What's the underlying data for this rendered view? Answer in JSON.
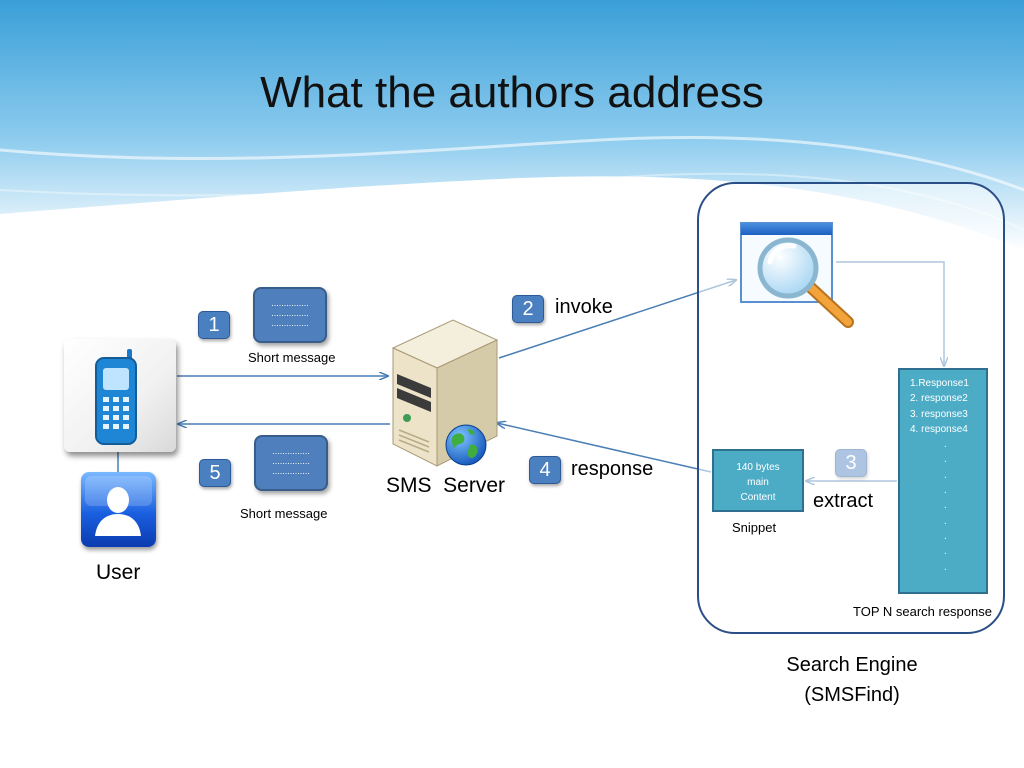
{
  "title": "What the authors address",
  "steps": {
    "s1": "1",
    "s2": "2",
    "s3": "3",
    "s4": "4",
    "s5": "5"
  },
  "messages": {
    "short_message_top": "Short message",
    "short_message_bottom": "Short message",
    "dots": "..............."
  },
  "labels": {
    "invoke": "invoke",
    "response": "response",
    "extract": "extract",
    "sms_server": "SMS  Server",
    "user": "User",
    "snippet": "Snippet",
    "top_n": "TOP N search response",
    "engine_line1": "Search Engine",
    "engine_line2": "(SMSFind)"
  },
  "snippet_box": {
    "line1": "140 bytes",
    "line2": "main",
    "line3": "Content"
  },
  "response_list": {
    "items": [
      "1.Response1",
      "2. response2",
      "3. response3",
      "4. response4"
    ],
    "continuation": ".",
    "continuation_rows": 9
  },
  "colors": {
    "accent": "#4f80bd",
    "arrow": "#4a7eb5",
    "list_fill": "#4cacc6",
    "frame": "#2a4f86"
  },
  "icons": {
    "phone": "mobile-phone-icon",
    "user": "user-silhouette-icon",
    "server": "server-tower-icon",
    "globe": "globe-icon",
    "search": "magnifier-window-icon"
  }
}
